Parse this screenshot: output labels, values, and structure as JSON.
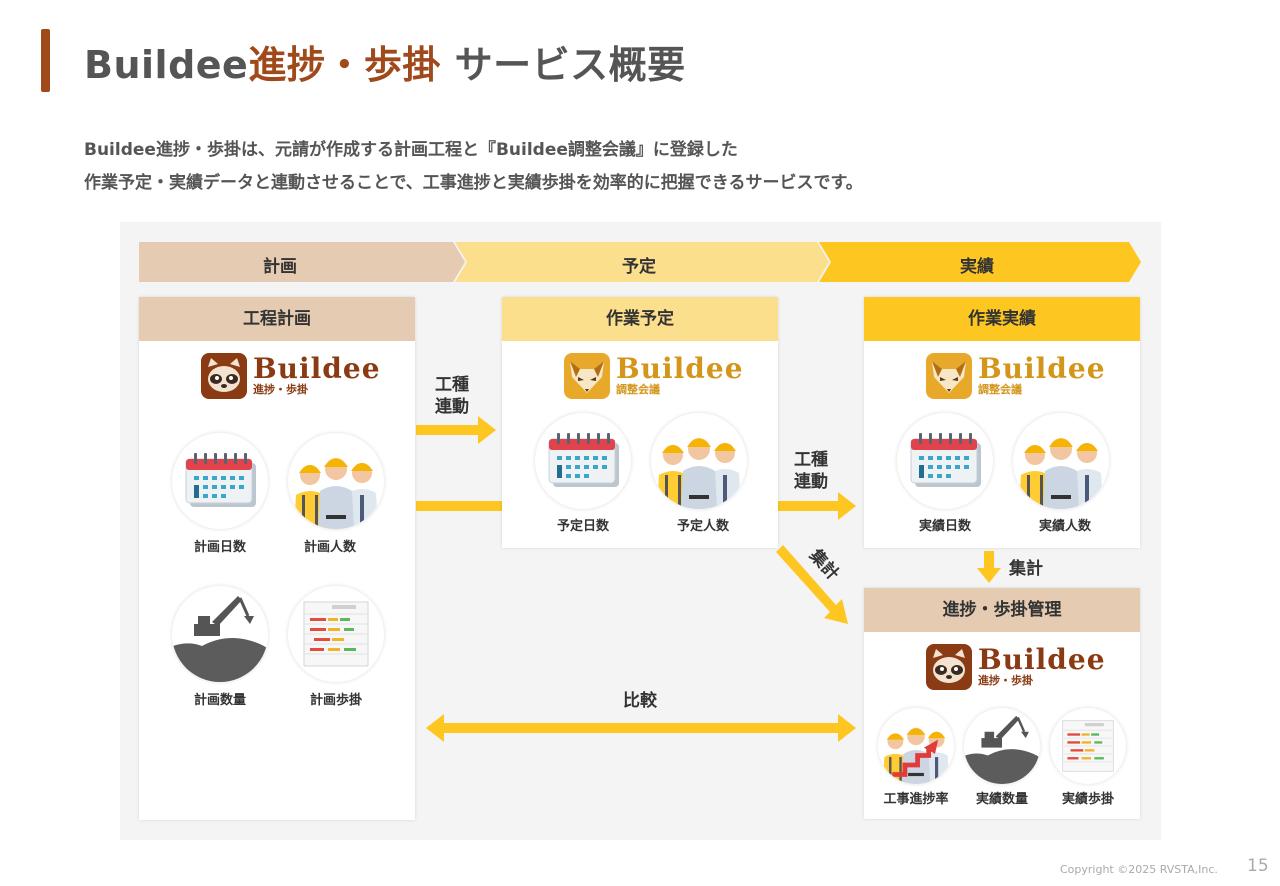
{
  "header": {
    "title_prefix": "Buildee",
    "title_accent": "進捗・歩掛",
    "title_suffix": " サービス概要"
  },
  "intro": {
    "line1": "Buildee進捗・歩掛は、元請が作成する計画工程と『Buildee調整会議』に登録した",
    "line2": "作業予定・実績データと連動させることで、工事進捗と実績歩掛を効率的に把握できるサービスです。"
  },
  "phases": [
    "計画",
    "予定",
    "実績"
  ],
  "cards": {
    "plan": {
      "title": "工程計画",
      "logo": {
        "brand": "Buildee",
        "sub": "進捗・歩掛"
      },
      "items": [
        "計画日数",
        "計画人数",
        "計画数量",
        "計画歩掛"
      ]
    },
    "schedule": {
      "title": "作業予定",
      "logo": {
        "brand": "Buildee",
        "sub": "調整会議"
      },
      "items": [
        "予定日数",
        "予定人数"
      ]
    },
    "actual": {
      "title": "作業実績",
      "logo": {
        "brand": "Buildee",
        "sub": "調整会議"
      },
      "items": [
        "実績日数",
        "実績人数"
      ]
    },
    "manage": {
      "title": "進捗・歩掛管理",
      "logo": {
        "brand": "Buildee",
        "sub": "進捗・歩掛"
      },
      "items": [
        "工事進捗率",
        "実績数量",
        "実績歩掛"
      ]
    }
  },
  "arrows": {
    "link1_line1": "工種",
    "link1_line2": "連動",
    "link2_line1": "工種",
    "link2_line2": "連動",
    "aggregate_diag": "集計",
    "aggregate_down": "集計",
    "compare": "比較"
  },
  "colors": {
    "brand_brown": "#a04a1c",
    "arrow_yellow": "#fdc621",
    "phase_tan": "#e5cbb1",
    "phase_light_yellow": "#fcdf8d",
    "phase_yellow": "#fdc621"
  },
  "icons": [
    "calendar-icon",
    "workers-icon",
    "excavator-icon",
    "gantt-chart-icon",
    "progress-rate-icon",
    "raccoon-logo-icon",
    "fox-logo-icon"
  ],
  "footer": {
    "copyright": "Copyright ©2025 RVSTA,Inc.",
    "page": "15"
  }
}
